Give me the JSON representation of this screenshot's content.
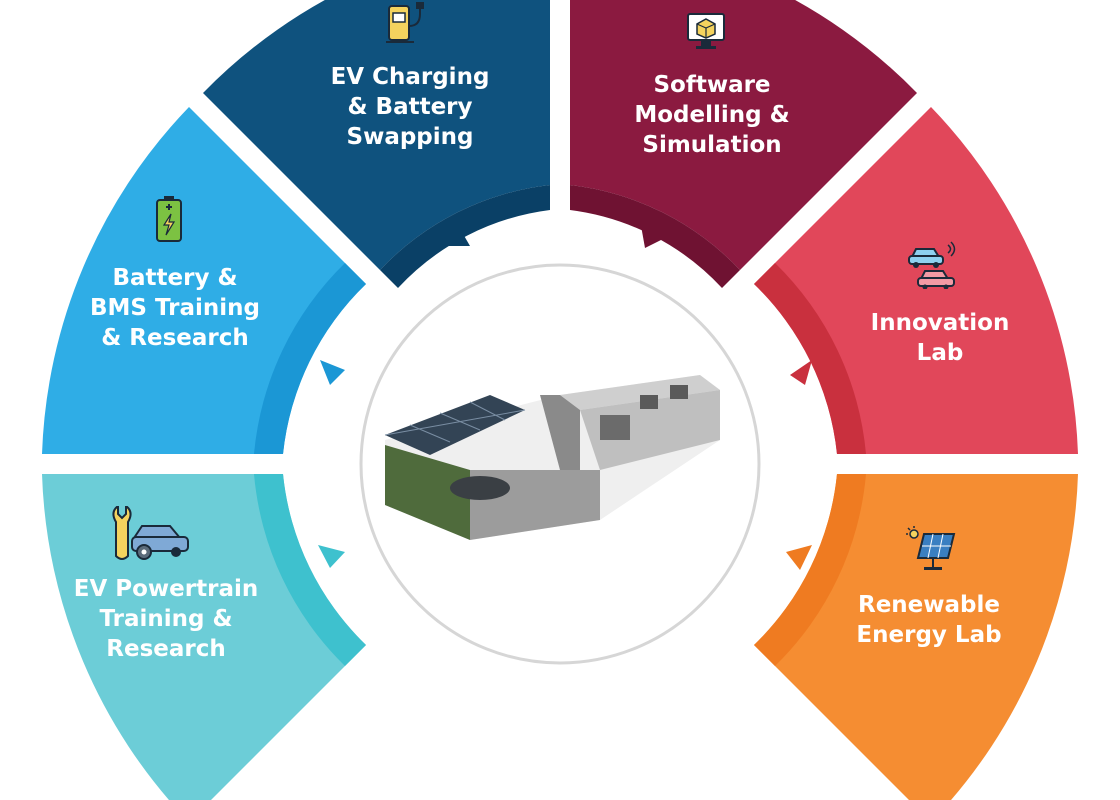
{
  "segments": [
    {
      "id": "ev-charging",
      "lines": [
        "EV Charging",
        "& Battery",
        "Swapping"
      ],
      "color": "#0f527e",
      "shade": "#0a4066",
      "icon": "ev-charger-icon"
    },
    {
      "id": "software",
      "lines": [
        "Software",
        "Modelling &",
        "Simulation"
      ],
      "color": "#8b1a40",
      "shade": "#6f1232",
      "icon": "computer-cube-icon"
    },
    {
      "id": "innovation",
      "lines": [
        "Innovation",
        "Lab"
      ],
      "color": "#e1475a",
      "shade": "#c9303e",
      "icon": "connected-cars-icon"
    },
    {
      "id": "renewable",
      "lines": [
        "Renewable",
        "Energy Lab"
      ],
      "color": "#f58d32",
      "shade": "#ef7b21",
      "icon": "solar-panel-icon"
    },
    {
      "id": "powertrain",
      "lines": [
        "EV Powertrain",
        "Training &",
        "Research"
      ],
      "color": "#6ccdd7",
      "shade": "#3ec1ce",
      "icon": "wrench-car-icon"
    },
    {
      "id": "battery",
      "lines": [
        "Battery &",
        "BMS Training",
        "& Research"
      ],
      "color": "#2fade6",
      "shade": "#1b97d5",
      "icon": "battery-icon"
    }
  ],
  "center": {
    "image": "ev-lab-3d-model"
  }
}
